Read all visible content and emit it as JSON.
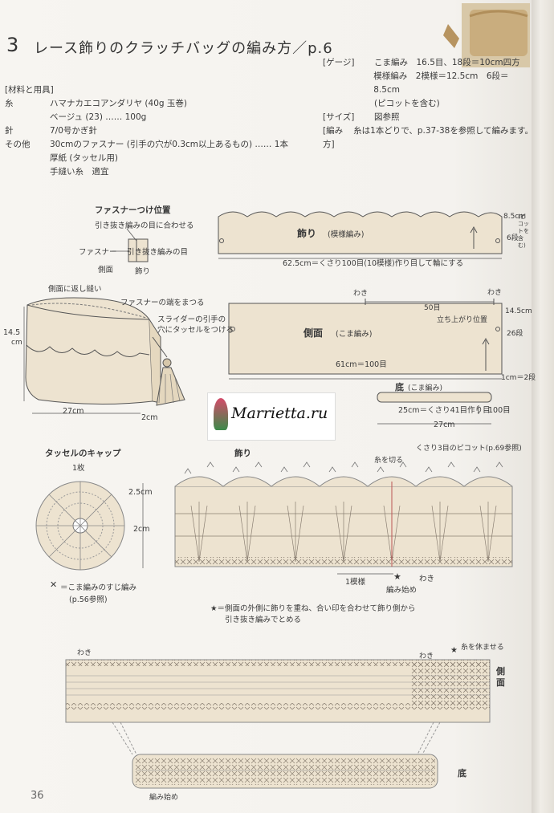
{
  "header": {
    "number": "3",
    "title": "レース飾りのクラッチバッグの編み方／p.6"
  },
  "materials": {
    "heading": "[材料と用具]",
    "rows": [
      {
        "label": "糸",
        "value": "ハマナカエコアンダリヤ (40g 玉巻)"
      },
      {
        "label": "",
        "value": "ベージュ (23) …… 100g"
      },
      {
        "label": "針",
        "value": "7/0号かぎ針"
      },
      {
        "label": "その他",
        "value": "30cmのファスナー (引手の穴が0.3cm以上あるもの) …… 1本"
      },
      {
        "label": "",
        "value": "厚紙 (タッセル用)"
      },
      {
        "label": "",
        "value": "手縫い糸　適宜"
      }
    ]
  },
  "specs": {
    "gauge_label": "[ゲージ]",
    "gauge_1": "こま編み　16.5目、18段＝10cm四方",
    "gauge_2": "模様編み　2模様＝12.5cm　6段＝8.5cm",
    "gauge_3": "(ピコットを含む)",
    "size_label": "[サイズ]",
    "size_value": "図参照",
    "method_label": "[編み方]",
    "method_value": "糸は1本どりで、p.37-38を参照して編みます。"
  },
  "zipper_diagram": {
    "title": "ファスナーつけ位置",
    "l1": "引き抜き編みの目に合わせる",
    "l2": "ファスナー",
    "l3": "引き抜き編みの目",
    "l4": "側面",
    "l5": "飾り"
  },
  "bag_diagram": {
    "l1": "側面に返し縫い",
    "l2": "ファスナーの端をまつる",
    "l3": "スライダーの引手の",
    "l4": "穴にタッセルをつける",
    "h": "14.5",
    "cm": "cm",
    "w": "27cm",
    "d": "2cm"
  },
  "parts": {
    "decor_label": "飾り",
    "decor_sub": "(模様編み)",
    "decor_h1": "8.5cm",
    "decor_h2": "6段",
    "decor_note": "(ピコットを含む)",
    "decor_w": "62.5cm＝くさり100目(10模様)作り目して輪にする",
    "side_label": "側面",
    "side_sub": "(こま編み)",
    "side_waki1": "わき",
    "side_waki2": "わき",
    "side_50": "50目",
    "side_tatchi": "立ち上がり位置",
    "side_h1": "14.5cm",
    "side_h2": "26段",
    "side_w": "61cm＝100目",
    "bottom_label": "底",
    "bottom_sub": "(こま編み)",
    "bottom_w1": "25cm＝くさり41目作り目",
    "bottom_100": "100目",
    "bottom_h": "1cm＝2段",
    "bottom_w2": "27cm"
  },
  "logo": {
    "text": "Marrietta.ru"
  },
  "tassel": {
    "title": "タッセルのキャップ",
    "count": "1枚",
    "d1": "2.5cm",
    "d2": "2cm",
    "legend": "＝こま編みのすじ編み",
    "legend_ref": "(p.56参照)"
  },
  "chart": {
    "title": "飾り",
    "cut": "糸を切る",
    "picot": "くさり3目のピコット(p.69参照)",
    "one_repeat": "1模様",
    "start": "編み始め",
    "waki": "わき"
  },
  "note": {
    "line1": "★＝側面の外側に飾りを重ね、合い印を合わせて飾り側から",
    "line2": "引き抜き編みでとめる"
  },
  "bottom_chart": {
    "waki_left": "わき",
    "waki_right": "わき",
    "rest": "糸を休ませる",
    "side": "側面",
    "bottom": "底",
    "start": "編み始め"
  },
  "page_number": "36"
}
